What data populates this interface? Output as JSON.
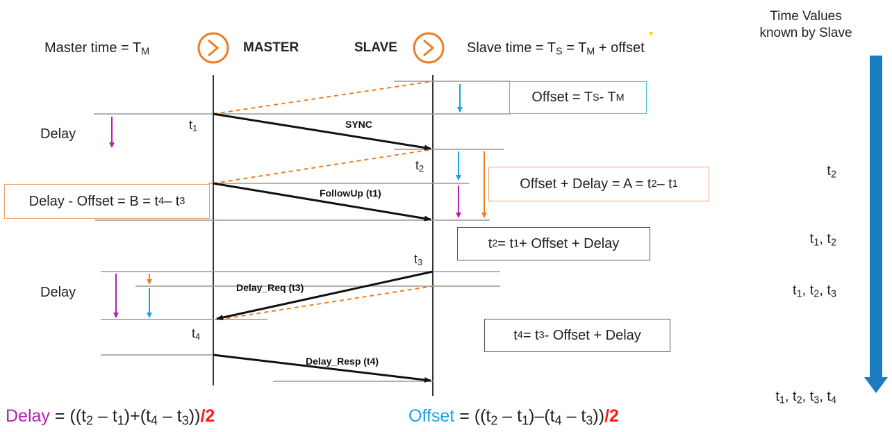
{
  "header": {
    "master_time_label": "Master time = T",
    "master_time_sub": "M",
    "master_label": "MASTER",
    "slave_label": "SLAVE",
    "slave_time_a": "Slave time = T",
    "slave_time_s_sub": "S",
    "slave_time_b": " = T",
    "slave_time_m_sub": "M",
    "slave_time_c": " + offset",
    "time_values_title": "Time Values known by Slave"
  },
  "left_labels": {
    "delay_top": "Delay",
    "delay_bottom": "Delay"
  },
  "timestamps": {
    "t1": "t",
    "t2": "t",
    "t3": "t",
    "t4": "t",
    "s1": "1",
    "s2": "2",
    "s3": "3",
    "s4": "4"
  },
  "messages": {
    "sync": "SYNC",
    "followup": "FollowUp (t1)",
    "delay_req": "Delay_Req (t3)",
    "delay_resp": "Delay_Resp (t4)"
  },
  "boxes": {
    "offset_def": "Offset = T<sub>S</sub> - T<sub>M</sub>",
    "offset_plus_delay": "Offset + Delay = A = t<sub>2</sub> – t<sub>1</sub>",
    "delay_minus_offset": "Delay - Offset = B = t<sub>4</sub> – t<sub>3</sub>",
    "t2_eq": "t<sub>2</sub> = t<sub>1</sub> + Offset + Delay",
    "t4_eq": "t<sub>4</sub> = t<sub>3</sub> - Offset + Delay"
  },
  "known_values": [
    "t<sub>2</sub>",
    "t<sub>1</sub>, t<sub>2</sub>",
    "t<sub>1</sub>, t<sub>2</sub>, t<sub>3</sub>",
    "t<sub>1</sub>, t<sub>2</sub>, t<sub>3</sub>, t<sub>4</sub>"
  ],
  "formulas": {
    "delay_word": "Delay",
    "delay_expr": " = ((t<sub>2</sub> – t<sub>1</sub>)+(t<sub>4</sub> – t<sub>3</sub>))",
    "offset_word": "Offset",
    "offset_expr": " = ((t<sub>2</sub> – t<sub>1</sub>)–(t<sub>4</sub> – t<sub>3</sub>))",
    "div2": "/2"
  },
  "colors": {
    "orange": "#f07c22",
    "purple": "#b61fb0",
    "blue": "#1aa3e6",
    "red": "#ff1a1a",
    "big_arrow": "#1b7dbf"
  }
}
